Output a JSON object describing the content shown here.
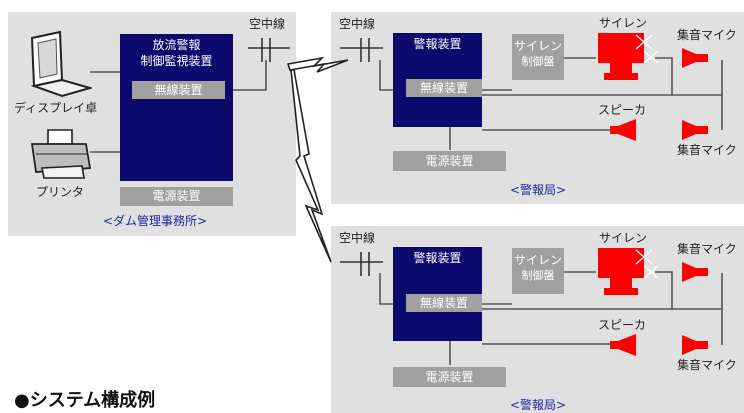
{
  "dam": {
    "display_label": "ディスプレイ卓",
    "printer_label": "プリンタ",
    "control_title_1": "放流警報",
    "control_title_2": "制御監視装置",
    "radio": "無線装置",
    "power": "電源装置",
    "caption": "<ダム管理事務所>"
  },
  "overhead_label": "空中線",
  "stations": [
    {
      "overhead": "空中線",
      "alarm": "警報装置",
      "radio": "無線装置",
      "power": "電源装置",
      "siren_panel_1": "サイレン",
      "siren_panel_2": "制御盤",
      "siren": "サイレン",
      "speaker": "スピーカ",
      "mic_top": "集音マイク",
      "mic_bottom": "集音マイク",
      "caption": "<警報局>"
    },
    {
      "overhead": "空中線",
      "alarm": "警報装置",
      "radio": "無線装置",
      "power": "電源装置",
      "siren_panel_1": "サイレン",
      "siren_panel_2": "制御盤",
      "siren": "サイレン",
      "speaker": "スピーカ",
      "mic_top": "集音マイク",
      "mic_bottom": "集音マイク",
      "caption": "<警報局>"
    }
  ],
  "footer_title": "●システム構成例",
  "colors": {
    "navy": "#0c0a6c",
    "gray_box": "#a0a0a0",
    "panel": "#e0e0e0",
    "siren": "#ff0000",
    "caption": "#1a2a9a"
  }
}
